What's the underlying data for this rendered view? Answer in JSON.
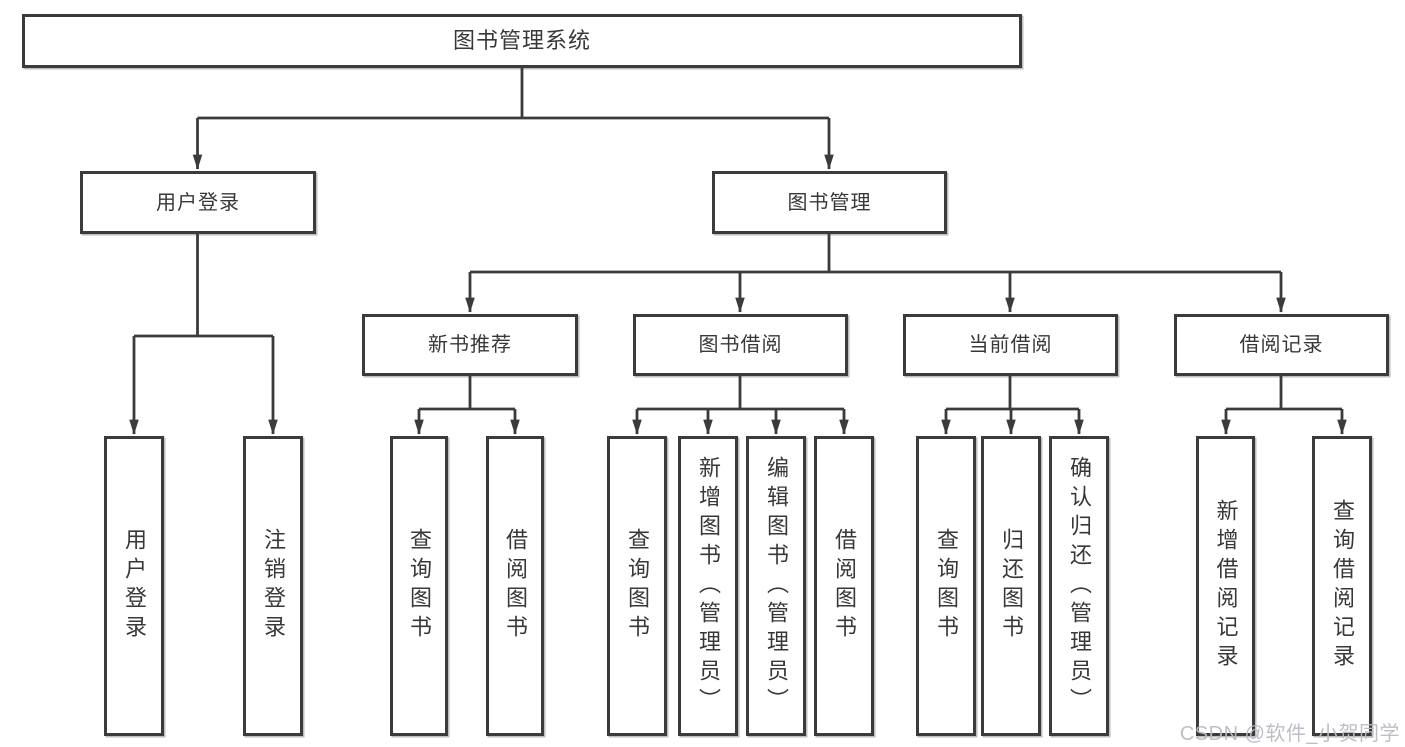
{
  "diagram": {
    "root": "图书管理系统",
    "branches": [
      {
        "label": "用户登录",
        "leaves": [
          "用户登录",
          "注销登录"
        ]
      },
      {
        "label": "图书管理",
        "groups": [
          {
            "label": "新书推荐",
            "leaves": [
              "查询图书",
              "借阅图书"
            ]
          },
          {
            "label": "图书借阅",
            "leaves": [
              "查询图书",
              "新增图书（管理员）",
              "编辑图书（管理员）",
              "借阅图书"
            ]
          },
          {
            "label": "当前借阅",
            "leaves": [
              "查询图书",
              "归还图书",
              "确认归还（管理员）"
            ]
          },
          {
            "label": "借阅记录",
            "leaves": [
              "新增借阅记录",
              "查询借阅记录"
            ]
          }
        ]
      }
    ]
  },
  "watermark": {
    "text": "CSDN @软件_小贺同学",
    "color": "#b9bcc3"
  },
  "colors": {
    "line": "#3b3b3b",
    "box_border": "#3b3b3b",
    "text": "#38383a",
    "background": "#ffffff"
  }
}
